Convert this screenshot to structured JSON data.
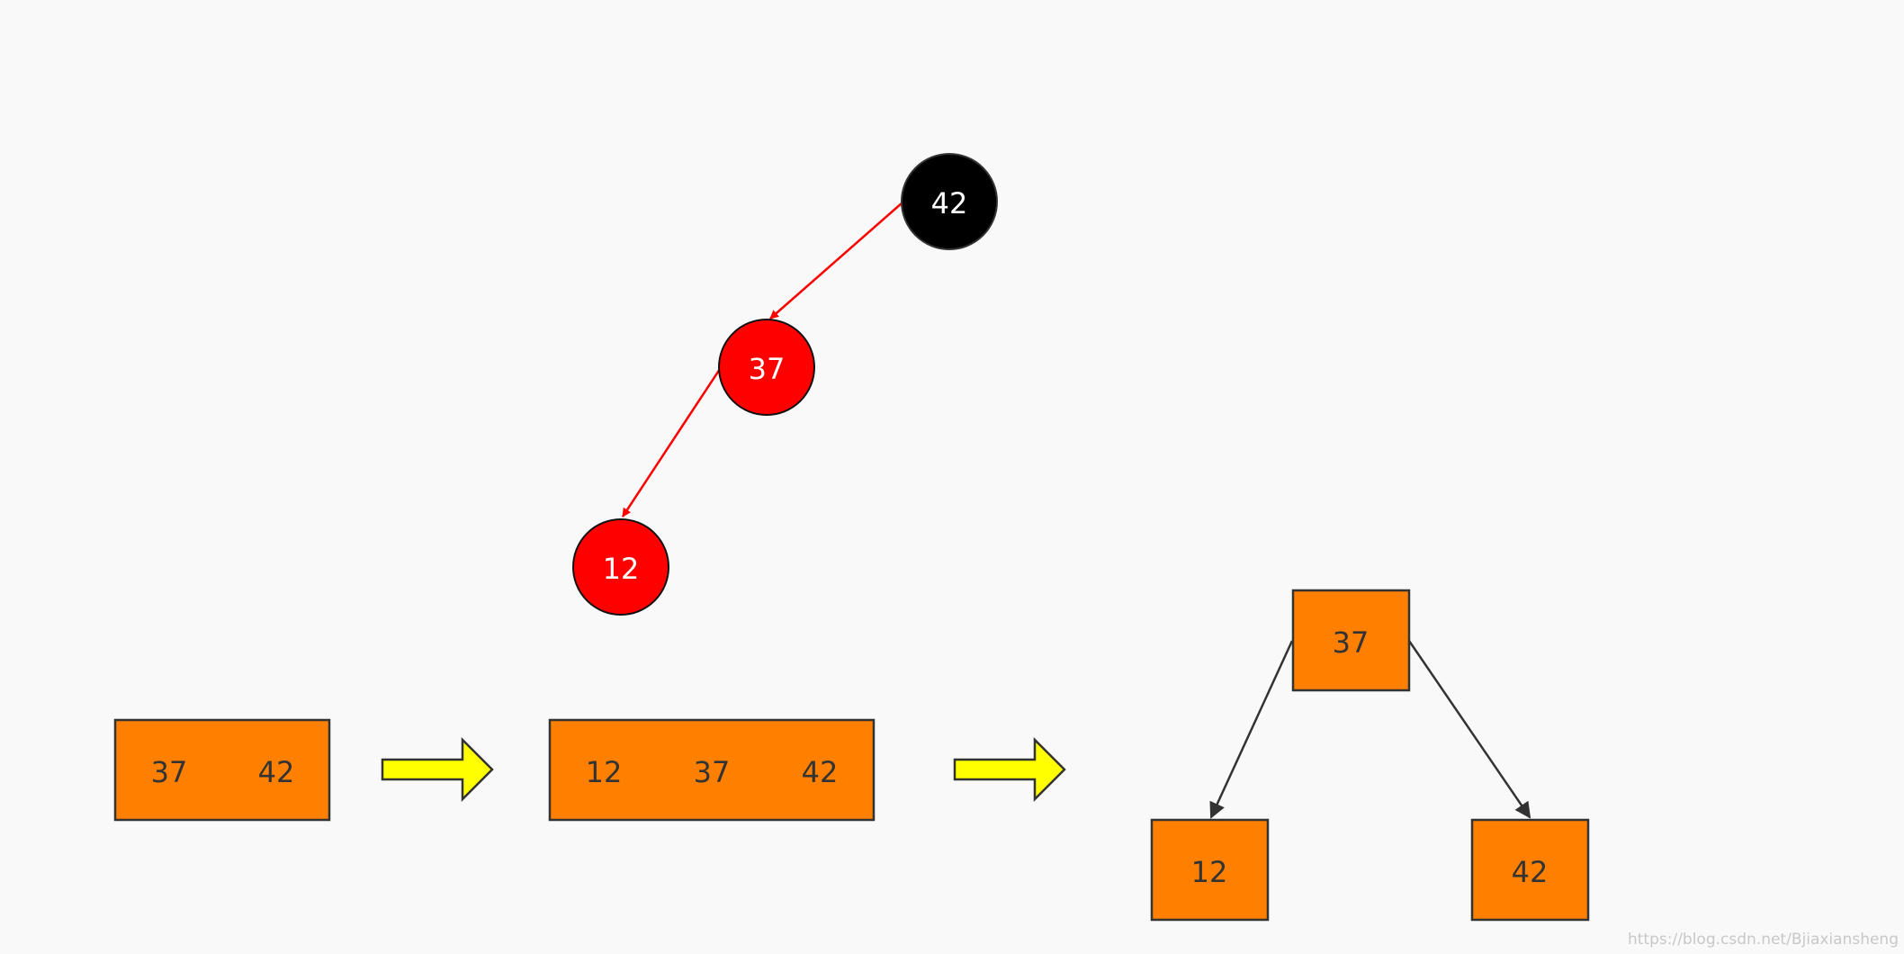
{
  "colors": {
    "background": "#f9f9f9",
    "black_node": "#000000",
    "red_node": "#ff0000",
    "red_edge": "#ff0000",
    "box_fill": "#ff8000",
    "box_stroke": "#333333",
    "arrow_fill": "#ffff00",
    "node_text": "#ffffff",
    "edge_dark": "#333333"
  },
  "red_black_tree": {
    "root": "42",
    "left_child": "37",
    "left_grandchild": "12"
  },
  "nodes_2_3": {
    "two_node": [
      "37",
      "42"
    ],
    "temp_four_node": [
      "12",
      "37",
      "42"
    ],
    "split_parent": "37",
    "split_left": "12",
    "split_right": "42"
  },
  "watermark": "https://blog.csdn.net/Bjiaxiansheng"
}
